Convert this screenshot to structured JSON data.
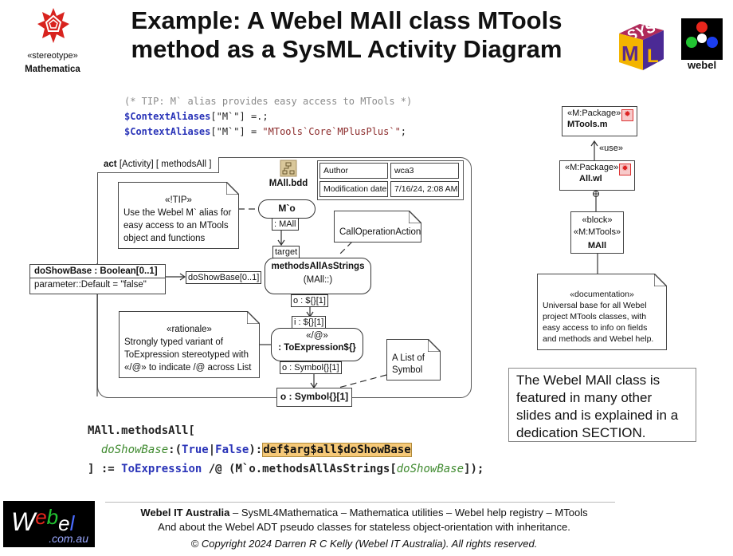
{
  "header": {
    "title_line1": "Example: A Webel MAll class MTools",
    "title_line2": "method as a SysML Activity Diagram",
    "stereotype_label": "«stereotype»",
    "stereotype_name": "Mathematica",
    "sysml_logo_text": "SysML",
    "webel_logo_text": "webel"
  },
  "tip_code": {
    "comment": "(* TIP: M` alias provides easy access to MTools *)",
    "line2_var": "$ContextAliases",
    "line2_rest": "[\"M`\"] =.;",
    "line3_var": "$ContextAliases",
    "line3_mid": "[\"M`\"] = ",
    "line3_str": "\"MTools`Core`MPlusPlus`\"",
    "line3_end": ";"
  },
  "activity": {
    "frame_kind": "act",
    "frame_label": "[Activity]  [ methodsAll ]",
    "bdd_link": "MAll.bdd",
    "info_table": [
      {
        "key": "Author",
        "value": "wca3"
      },
      {
        "key": "Modification date",
        "value": "7/16/24, 2:08 AM"
      }
    ],
    "tip_note": {
      "stereotype": "«!TIP»",
      "text": "Use the Webel M` alias for easy access to an MTools object and functions"
    },
    "mo_action": {
      "name": "M`o",
      "pin": ": MAll"
    },
    "call_note": "CallOperationAction",
    "call_action": {
      "name": "methodsAllAsStrings",
      "owner": "(MAll::)",
      "target_pin": "target",
      "input_pin": "doShowBase[0..1]",
      "output_pin": "o : ${}[1]"
    },
    "parameter": {
      "name": "doShowBase : Boolean[0..1]",
      "default": "parameter::Default = \"false\""
    },
    "rationale_note": {
      "stereotype": "«rationale»",
      "text": "Strongly typed variant of ToExpression stereotyped with «/@» to indicate /@ across List"
    },
    "toexpr_action": {
      "stereotype": "«/@»",
      "name": ": ToExpression${}",
      "input_pin": "i : ${}[1]",
      "output_pin": "o : Symbol{}[1]"
    },
    "list_note": "A List of Symbol",
    "result_param": "o : Symbol{}[1]"
  },
  "packages": {
    "mtools": {
      "stereotype": "«M:Package»",
      "name": "MTools.m"
    },
    "use_label": "«use»",
    "all": {
      "stereotype": "«M:Package»",
      "name": "All.wl"
    },
    "mall": {
      "stereotype1": "«block»",
      "stereotype2": "«M:MTools»",
      "name": "MAll"
    },
    "doc_note": {
      "stereotype": "«documentation»",
      "text": "Universal base for all Webel project MTools classes, with easy access to info on fields and methods and Webel help."
    }
  },
  "callout": "The Webel MAll class is featured in many other slides and is explained in a dedication SECTION.",
  "method_code": {
    "line1": "MAll.methodsAll[",
    "line2_arg": "doShowBase",
    "line2_pattern_open": ":(",
    "line2_true": "True",
    "line2_bar": "|",
    "line2_false": "False",
    "line2_close": "):",
    "line2_default": "def$arg$all$doShowBase",
    "line3_start": "] := ",
    "line3_fn": "ToExpression",
    "line3_mid": " /@ (M`o.methodsAllAsStrings[",
    "line3_arg": "doShowBase",
    "line3_end": "]);"
  },
  "footer": {
    "logo_text": "Webel",
    "logo_domain": ".com.au",
    "org": "Webel IT Australia",
    "line1_rest": " – SysML4Mathematica – Mathematica utilities – Webel help registry – MTools",
    "line2": "And about the Webel ADT pseudo classes for stateless object-orientation with inheritance.",
    "copyright": "© Copyright 2024 Darren R C Kelly (Webel IT Australia). All rights reserved."
  }
}
